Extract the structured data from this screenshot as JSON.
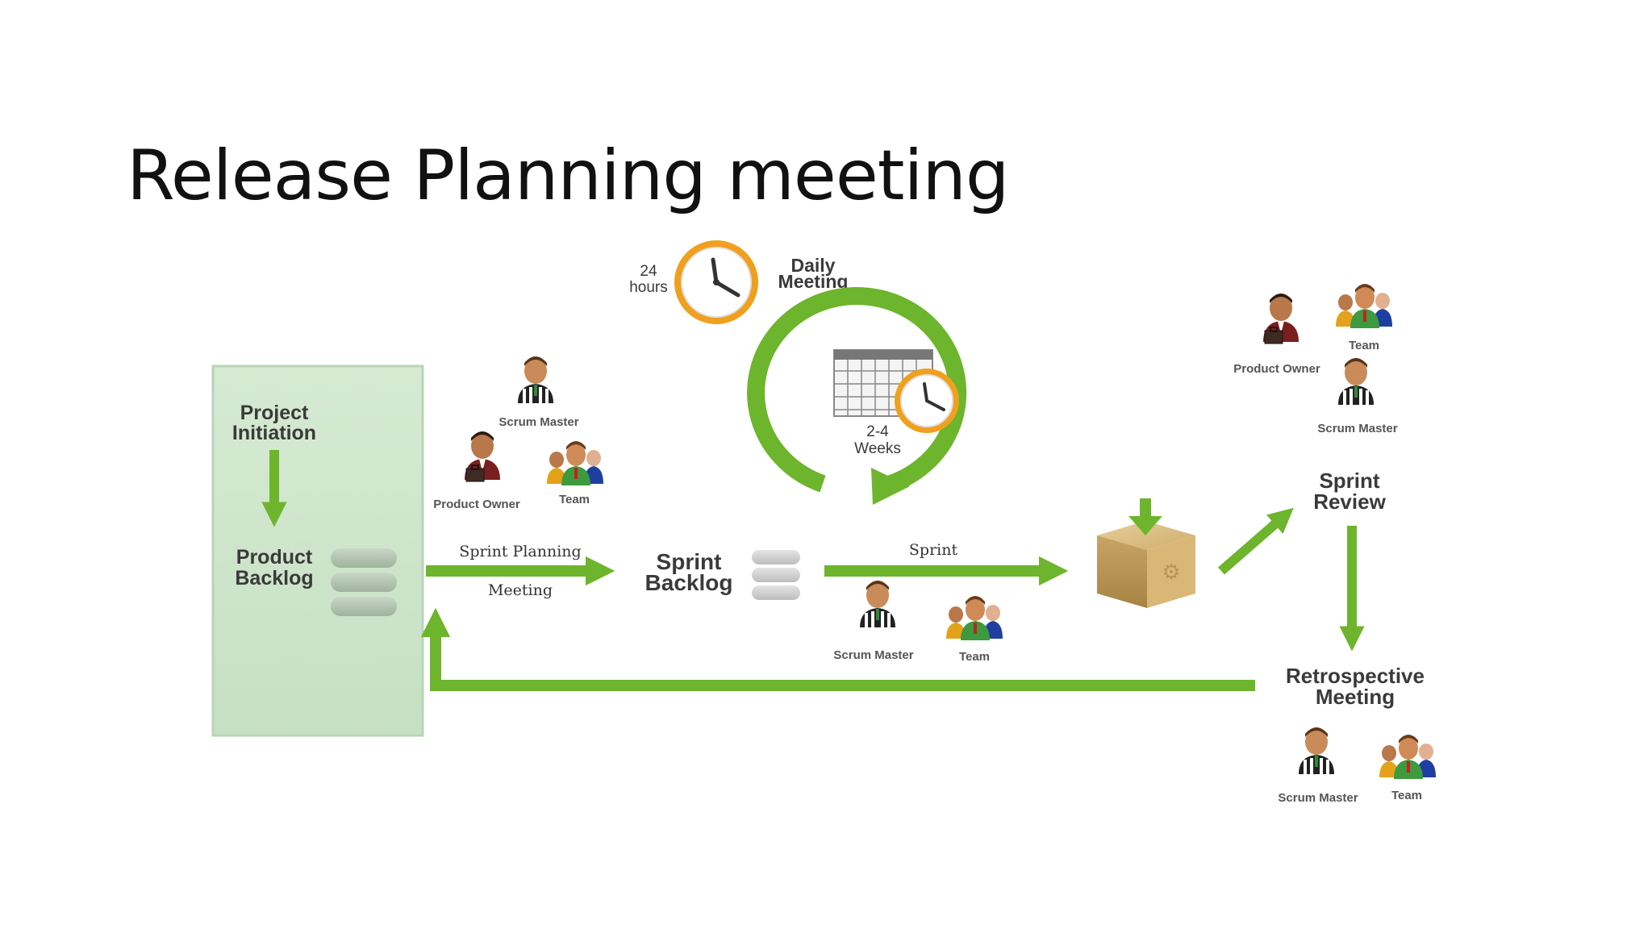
{
  "slide": {
    "title": "Release Planning meeting"
  },
  "diagram": {
    "project_initiation": [
      "Project",
      "Initiation"
    ],
    "product_backlog": [
      "Product",
      "Backlog"
    ],
    "sprint_planning": [
      "Sprint Planning",
      "Meeting"
    ],
    "sprint_backlog": [
      "Sprint",
      "Backlog"
    ],
    "daily_meeting": [
      "Daily",
      "Meeting"
    ],
    "hours": [
      "24",
      "hours"
    ],
    "weeks": [
      "2-4",
      "Weeks"
    ],
    "sprint": "Sprint",
    "sprint_review": [
      "Sprint",
      "Review"
    ],
    "retrospective": [
      "Retrospective",
      "Meeting"
    ],
    "roles": {
      "scrum_master": "Scrum Master",
      "product_owner": "Product Owner",
      "team": "Team"
    }
  },
  "colors": {
    "arrow_green": "#6db52c",
    "panel_green": "#cfe6cc",
    "clock_orange": "#f0a01e",
    "box_tan": "#d2b074"
  }
}
